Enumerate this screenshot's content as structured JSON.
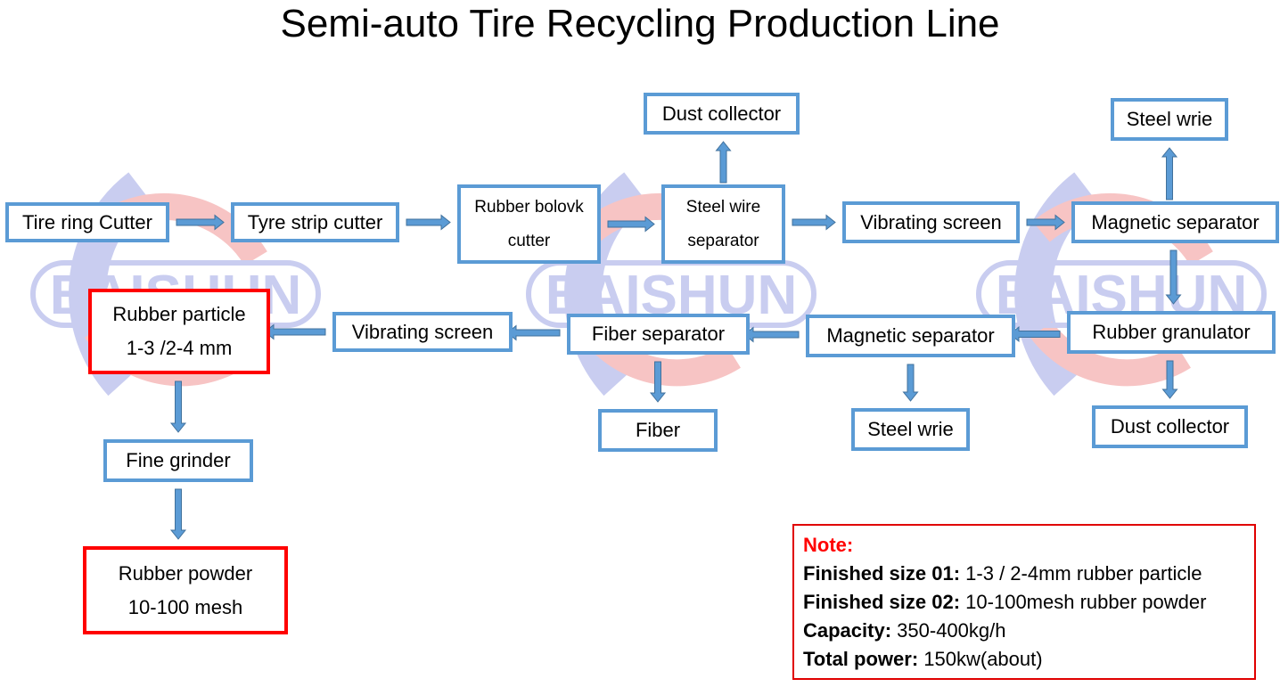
{
  "title": "Semi-auto Tire Recycling Production Line",
  "watermark": {
    "text": "BAISHUN",
    "colors": {
      "blue": "#c9cdf0",
      "red": "#f7c4c4"
    }
  },
  "colors": {
    "box_border": "#5b9bd5",
    "highlight_border": "#ff0000",
    "arrow": "#5b9bd5",
    "note_heading": "#ff0000"
  },
  "nodes": {
    "tire_ring_cutter": {
      "lines": [
        "Tire ring Cutter"
      ]
    },
    "tyre_strip_cutter": {
      "lines": [
        "Tyre strip cutter"
      ]
    },
    "rubber_block_cutter": {
      "lines": [
        "Rubber bolovk",
        "cutter"
      ]
    },
    "steel_wire_separator": {
      "lines": [
        "Steel wire",
        "separator"
      ]
    },
    "dust_collector_top": {
      "lines": [
        "Dust collector"
      ]
    },
    "vibrating_screen_top": {
      "lines": [
        "Vibrating screen"
      ]
    },
    "magnetic_separator_top": {
      "lines": [
        "Magnetic separator"
      ]
    },
    "steel_wire_top": {
      "lines": [
        "Steel wrie"
      ]
    },
    "rubber_granulator": {
      "lines": [
        "Rubber granulator"
      ]
    },
    "dust_collector_right": {
      "lines": [
        "Dust collector"
      ]
    },
    "magnetic_separator_mid": {
      "lines": [
        "Magnetic separator"
      ]
    },
    "steel_wire_mid": {
      "lines": [
        "Steel wrie"
      ]
    },
    "fiber_separator": {
      "lines": [
        "Fiber separator"
      ]
    },
    "fiber": {
      "lines": [
        "Fiber"
      ]
    },
    "vibrating_screen_mid": {
      "lines": [
        "Vibrating screen"
      ]
    },
    "rubber_particle": {
      "lines": [
        "Rubber particle",
        "1-3 /2-4 mm"
      ]
    },
    "fine_grinder": {
      "lines": [
        "Fine grinder"
      ]
    },
    "rubber_powder": {
      "lines": [
        "Rubber powder",
        "10-100 mesh"
      ]
    }
  },
  "edges": [
    [
      "tire_ring_cutter",
      "tyre_strip_cutter"
    ],
    [
      "tyre_strip_cutter",
      "rubber_block_cutter"
    ],
    [
      "rubber_block_cutter",
      "steel_wire_separator"
    ],
    [
      "steel_wire_separator",
      "dust_collector_top"
    ],
    [
      "steel_wire_separator",
      "vibrating_screen_top"
    ],
    [
      "vibrating_screen_top",
      "magnetic_separator_top"
    ],
    [
      "magnetic_separator_top",
      "steel_wire_top"
    ],
    [
      "magnetic_separator_top",
      "rubber_granulator"
    ],
    [
      "rubber_granulator",
      "dust_collector_right"
    ],
    [
      "rubber_granulator",
      "magnetic_separator_mid"
    ],
    [
      "magnetic_separator_mid",
      "steel_wire_mid"
    ],
    [
      "magnetic_separator_mid",
      "fiber_separator"
    ],
    [
      "fiber_separator",
      "fiber"
    ],
    [
      "fiber_separator",
      "vibrating_screen_mid"
    ],
    [
      "vibrating_screen_mid",
      "rubber_particle"
    ],
    [
      "rubber_particle",
      "fine_grinder"
    ],
    [
      "fine_grinder",
      "rubber_powder"
    ]
  ],
  "note": {
    "heading": "Note:",
    "items": [
      {
        "label": "Finished size 01:",
        "value": " 1-3 / 2-4mm rubber particle"
      },
      {
        "label": "Finished size 02:",
        "value": " 10-100mesh rubber powder"
      },
      {
        "label": "Capacity:",
        "value": " 350-400kg/h"
      },
      {
        "label": "Total power:",
        "value": " 150kw(about)"
      }
    ]
  }
}
